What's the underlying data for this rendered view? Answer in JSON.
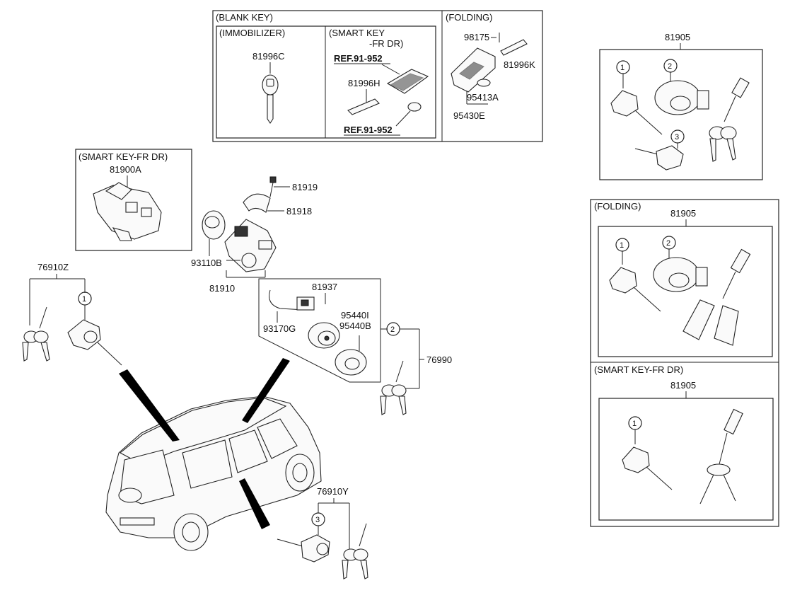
{
  "sections": {
    "blank_key": "(BLANK KEY)",
    "immobilizer": "(IMMOBILIZER)",
    "smart_key_line1": "(SMART KEY",
    "smart_key_line2": "-FR DR)",
    "folding_top": "(FOLDING)",
    "smart_key_fr_dr_left": "(SMART KEY-FR DR)",
    "folding_right": "(FOLDING)",
    "smart_key_fr_dr_right": "(SMART KEY-FR DR)"
  },
  "part_numbers": {
    "p81996C": "81996C",
    "p81996H": "81996H",
    "ref_upper": "REF.91-952",
    "ref_lower": "REF.91-952",
    "p98175": "98175",
    "p81996K": "81996K",
    "p95413A": "95413A",
    "p95430E": "95430E",
    "p81900A": "81900A",
    "p81919": "81919",
    "p81918": "81918",
    "p93110B": "93110B",
    "p81910": "81910",
    "p81937": "81937",
    "p93170G": "93170G",
    "p95440I": "95440I",
    "p95440B": "95440B",
    "p76990": "76990",
    "p76910Z": "76910Z",
    "p76910Y": "76910Y",
    "p81905_a": "81905",
    "p81905_b": "81905",
    "p81905_c": "81905"
  },
  "callouts": {
    "c1": "1",
    "c2": "2",
    "c3": "3"
  },
  "colors": {
    "line": "#222222",
    "background": "#ffffff"
  }
}
